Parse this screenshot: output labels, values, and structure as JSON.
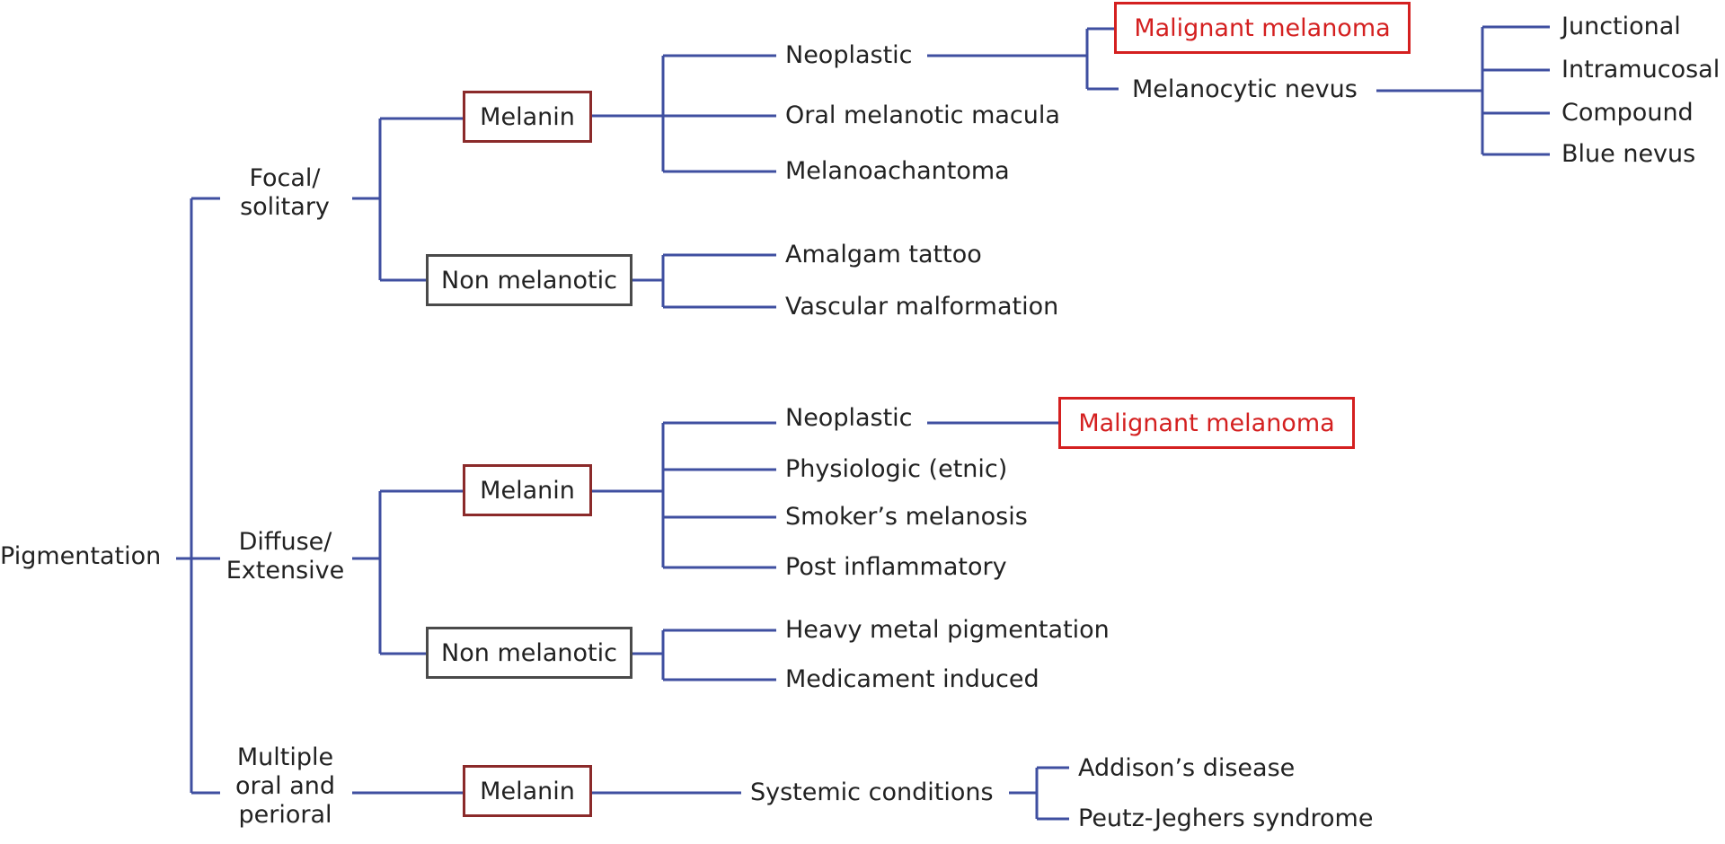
{
  "root": "Pigmentation",
  "categories": {
    "focal": "Focal/\nsolitary",
    "diffuse": "Diffuse/\nExtensive",
    "multiple": "Multiple\noral and\nperioral"
  },
  "focal": {
    "melanin": {
      "label": "Melanin",
      "items": [
        "Neoplastic",
        "Oral melanotic macula",
        "Melanoachantoma"
      ],
      "neoplastic_children": [
        "Malignant melanoma",
        "Melanocytic nevus"
      ],
      "nevus_types": [
        "Junctional",
        "Intramucosal",
        "Compound",
        "Blue nevus"
      ]
    },
    "non_melanotic": {
      "label": "Non melanotic",
      "items": [
        "Amalgam tattoo",
        "Vascular malformation"
      ]
    }
  },
  "diffuse": {
    "melanin": {
      "label": "Melanin",
      "items": [
        "Neoplastic",
        "Physiologic (etnic)",
        "Smoker’s melanosis",
        "Post inflammatory"
      ],
      "neoplastic_child": "Malignant melanoma"
    },
    "non_melanotic": {
      "label": "Non melanotic",
      "items": [
        "Heavy metal pigmentation",
        "Medicament induced"
      ]
    }
  },
  "multiple": {
    "melanin": {
      "label": "Melanin",
      "item": "Systemic conditions",
      "children": [
        "Addison’s disease",
        "Peutz-Jeghers syndrome"
      ]
    }
  },
  "colors": {
    "connector": "#3f4fa0",
    "melanin_border": "#8b2a2a",
    "non_melanotic_border": "#4a4a4a",
    "malignant": "#d42020"
  }
}
